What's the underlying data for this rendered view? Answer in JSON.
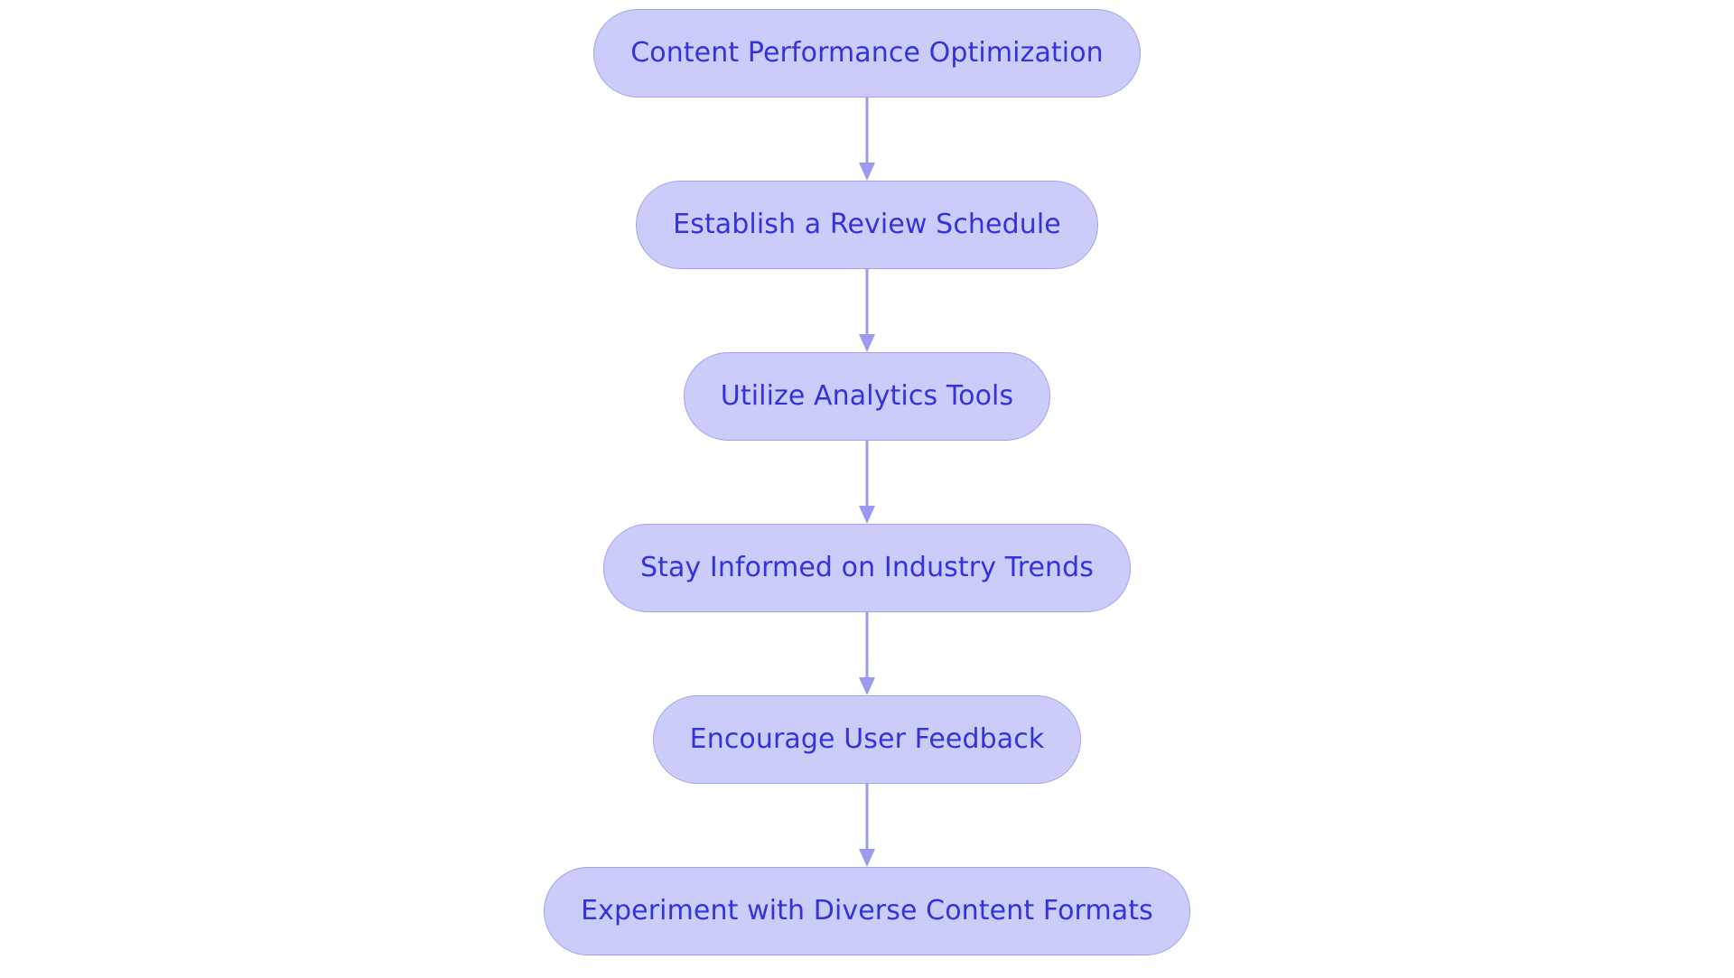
{
  "diagram": {
    "type": "vertical-flowchart",
    "title": "Content Performance Optimization",
    "orientation": "top-to-bottom",
    "background_color": "#FFFFFF",
    "node_fill_color": "#CCCCFA",
    "node_border_color": "#A3A3EC",
    "node_text_color": "#3333DD",
    "connector_color": "#9A9AF2",
    "node_shape": "pill",
    "node_count": 6,
    "connector_count": 5,
    "nodes": [
      {
        "id": "node-1",
        "label": "Content Performance Optimization"
      },
      {
        "id": "node-2",
        "label": "Establish a Review Schedule"
      },
      {
        "id": "node-3",
        "label": "Utilize Analytics Tools"
      },
      {
        "id": "node-4",
        "label": "Stay Informed on Industry Trends"
      },
      {
        "id": "node-5",
        "label": "Encourage User Feedback"
      },
      {
        "id": "node-6",
        "label": "Experiment with Diverse Content Formats"
      }
    ],
    "connectors": [
      {
        "id": "arrow-1",
        "from": "node-1",
        "to": "node-2",
        "icon": "arrow-down-icon"
      },
      {
        "id": "arrow-2",
        "from": "node-2",
        "to": "node-3",
        "icon": "arrow-down-icon"
      },
      {
        "id": "arrow-3",
        "from": "node-3",
        "to": "node-4",
        "icon": "arrow-down-icon"
      },
      {
        "id": "arrow-4",
        "from": "node-4",
        "to": "node-5",
        "icon": "arrow-down-icon"
      },
      {
        "id": "arrow-5",
        "from": "node-5",
        "to": "node-6",
        "icon": "arrow-down-icon"
      }
    ]
  }
}
